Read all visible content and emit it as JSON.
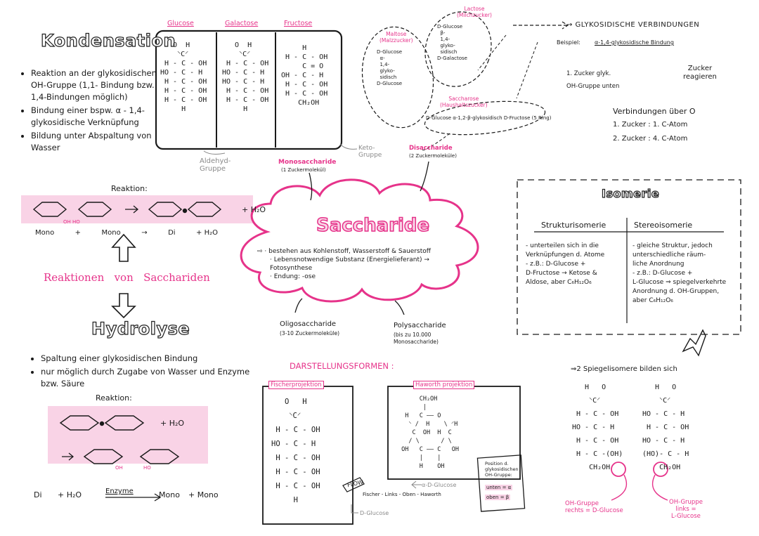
{
  "colors": {
    "pink": "#e6338a",
    "pink_light": "#f9d3e6",
    "ink": "#1a1a1a",
    "grey": "#8a8a8a"
  },
  "kondensation": {
    "title": "Kondensation",
    "bullets": [
      "Reaktion an der glykosidischen OH-Gruppe (1,1- Bindung bzw. 1,4-Bindungen möglich)",
      "Bindung einer bspw. α - 1,4-glykosidische Verknüpfung",
      "Bildung unter Abspaltung von Wasser"
    ],
    "reaktion_label": "Reaktion:",
    "plus_h2o": "+ H₂O",
    "oh_ho": "OH  HO",
    "mono_row": [
      "Mono",
      "+",
      "Mono",
      "→",
      "Di",
      "+ H₂O"
    ]
  },
  "reaktionen": {
    "part1": "Reaktionen",
    "part2": "von",
    "part3": "Sacchariden"
  },
  "hydrolyse": {
    "title": "Hydrolyse",
    "bullets": [
      "Spaltung einer glykosidischen Bindung",
      "nur möglich durch Zugabe von Wasser und Enzyme bzw. Säure"
    ],
    "reaktion_label": "Reaktion:",
    "plus_h2o": "+ H₂O",
    "oh": "OH",
    "ho": "HO",
    "bottom_row": [
      "Di",
      "+ H₂O",
      "Enzyme",
      "Mono",
      "+ Mono"
    ]
  },
  "monosaccharide": {
    "headers": [
      "Glucose",
      "Galactose",
      "Fructose"
    ],
    "glucose": "   O  H\n    ⸌C⸍\n H - C - OH\nHO - C - H\n H - C - OH\n H - C - OH\n H - C - OH\n     H",
    "galactose": "   O  H\n    ⸌C⸍\n H - C - OH\nHO - C - H\nHO - C - H\n H - C - OH\n H - C - OH\n     H",
    "fructose": "     H\n H - C - OH\n     C = O\nOH - C - H\n H - C - OH\n H - C - OH\n    CH₂OH",
    "aldehyd": "Aldehyd-\nGruppe",
    "keto": "Keto-\nGruppe",
    "label": "Monosaccharide",
    "sublabel": "(1 Zuckermolekül)"
  },
  "disaccharide": {
    "maltose": "Maltose\n(Malzzucker)",
    "maltose_parts": "D-Glucose\n  α-\n  1,4-\n  glyko-\n  sidisch\nD-Glucose",
    "lactose": "Lactose\n(Milchzucker)",
    "lactose_parts": "D-Glucose\n  β-\n  1,4-\n  glyko-\n  sidisch\nD-Galactose",
    "saccharose": "Saccharose\n(Haushaltszucker)",
    "saccharose_parts": "D-Glucose  α-1,2-β-glykosidisch  D-Fructose (5 Ring)",
    "label": "Disaccharide",
    "sublabel": "(2 Zuckermoleküle)"
  },
  "glyko": {
    "title": "→ GLYKOSIDISCHE VERBINDUNGEN",
    "beispiel": "Beispiel:",
    "bindung": "α-1,4-glykosidische Bindung",
    "zucker1": "1. Zucker glyk.",
    "oh_unten": "OH-Gruppe unten",
    "zucker_reag": "Zucker\nreagieren",
    "verb": "Verbindungen über O",
    "z1": "1. Zucker : 1. C-Atom",
    "z2": "2. Zucker : 4. C-Atom"
  },
  "saccharide": {
    "title": "Saccharide",
    "points": [
      "bestehen aus Kohlenstoff, Wasserstoff & Sauerstoff",
      "Lebensnotwendige Substanz (Energielieferant) → Fotosynthese",
      "Endung: -ose"
    ],
    "oligo": "Oligosaccharide",
    "oligo_sub": "(3-10 Zuckermoleküle)",
    "poly": "Polysaccharide",
    "poly_sub": "(bis zu 10.000\nMonosaccharide)"
  },
  "isomerie": {
    "title": "Isomerie",
    "col1_head": "Strukturisomerie",
    "col2_head": "Stereoisomerie",
    "col1": "- unterteilen sich in die\nVerknüpfungen d. Atome\n- z.B.: D-Glucose +\nD-Fructose → Ketose &\nAldose, aber C₆H₁₂O₆",
    "col2": "- gleiche Struktur, jedoch\nunterschiedliche räum-\nliche Anordnung\n- z.B.: D-Glucose +\nL-Glucose ⇒ spiegelverkehrte\nAnordnung d. OH-Gruppen,\naber C₆H₁₂O₆"
  },
  "spiegel": {
    "title": "⇒2 Spiegelisomere bilden sich",
    "d_glucose": "   H   O\n    ⸌C⸍\n H - C - OH\nHO - C - H\n H - C - OH\n H - C -(OH)\n    CH₂OH",
    "l_glucose": "   H   O\n    ⸌C⸍\nHO - C - H\n H - C - OH\nHO - C - H\n(HO)- C - H\n    CH₂OH",
    "d_label": "OH-Gruppe\nrechts = D-Glucose",
    "l_label": "OH-Gruppe\nlinks =\nL-Glucose"
  },
  "darstellung": {
    "title": "DARSTELLUNGSFORMEN :",
    "fischer": "Fischerprojektion",
    "fischer_formula": "   O   H\n    ⸌C⸍\n H - C - OH\nHO - C - H\n H - C - OH\n H - C - OH\n H - C - OH\n     H",
    "haworth": "Haworth projektion",
    "haworth_formula": "      CH₂OH\n       |\n  H   C ―― O\n   ⸌ /  H    \\ ⸍H\n    C  OH  H  C\n   / \\      / \\\n OH   C ―― C   OH\n      |    |\n      H    OH",
    "flow": "FLOW",
    "alpha": "α-D-Glucose",
    "fischer_haworth": "Fischer - Links - Oben - Haworth",
    "d_glucose": "D-Glucose",
    "note": "Position d.\nglykosidischen\nOH-Gruppe:",
    "unten": "unten = α",
    "oben": "oben = β"
  }
}
